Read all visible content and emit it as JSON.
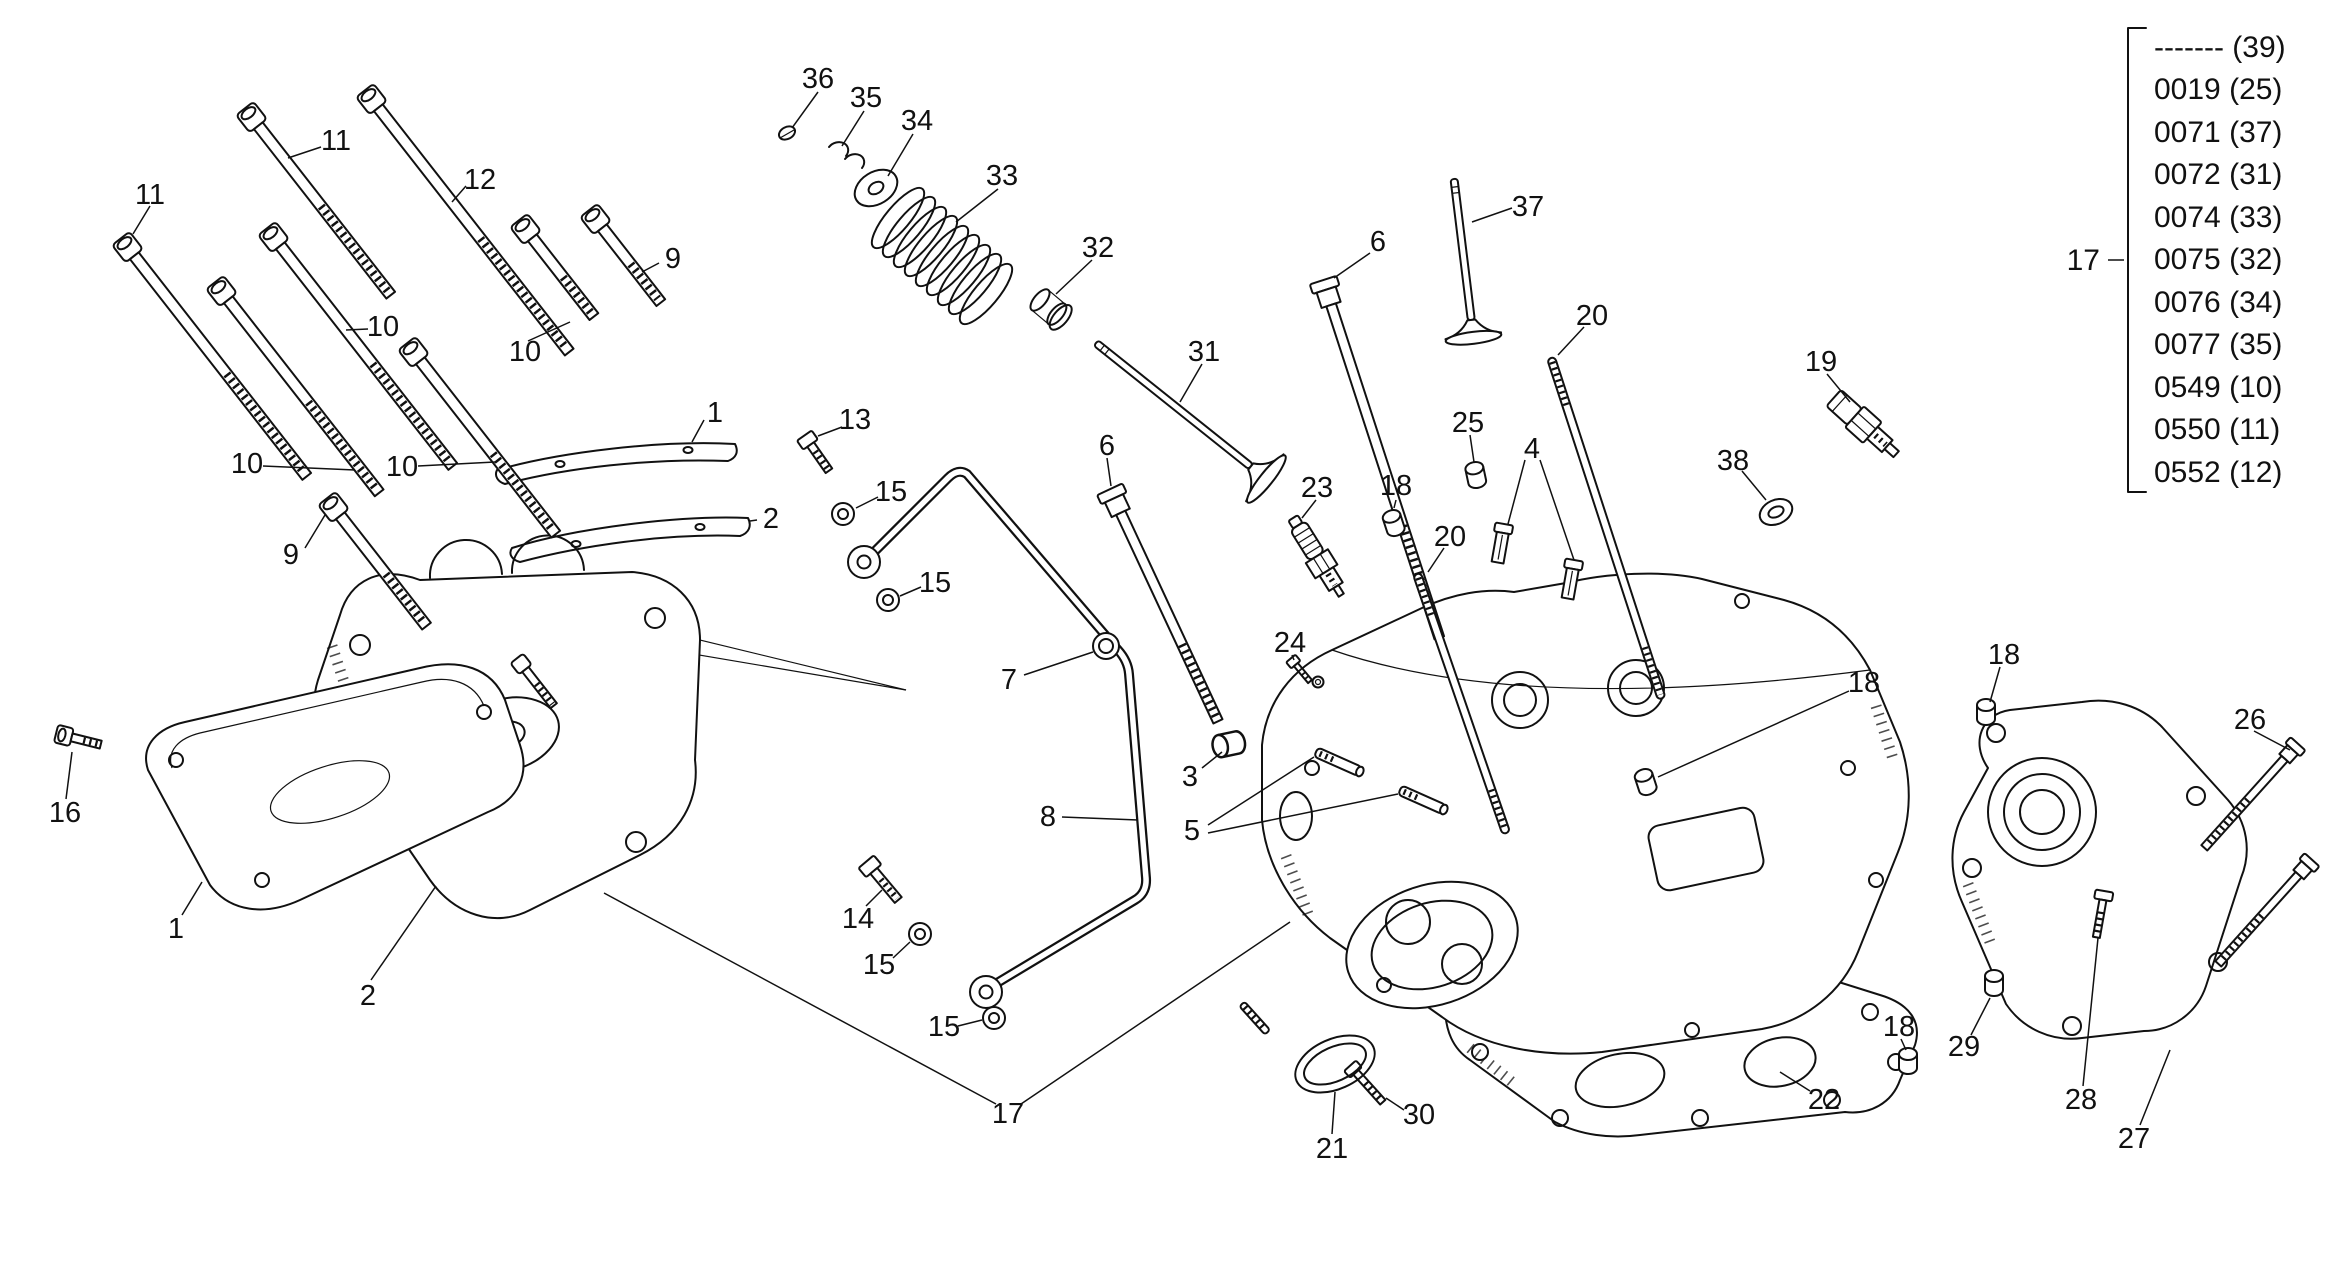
{
  "legend": {
    "ref_label": "17",
    "items": [
      "------- (39)",
      "0019 (25)",
      "0071 (37)",
      "0072 (31)",
      "0074 (33)",
      "0075 (32)",
      "0076 (34)",
      "0077 (35)",
      "0549 (10)",
      "0550 (11)",
      "0552 (12)"
    ]
  },
  "callouts": [
    {
      "label": "36"
    },
    {
      "label": "35"
    },
    {
      "label": "34"
    },
    {
      "label": "33"
    },
    {
      "label": "32"
    },
    {
      "label": "31"
    },
    {
      "label": "37"
    },
    {
      "label": "11"
    },
    {
      "label": "12"
    },
    {
      "label": "9"
    },
    {
      "label": "10"
    },
    {
      "label": "11"
    },
    {
      "label": "10"
    },
    {
      "label": "10"
    },
    {
      "label": "10"
    },
    {
      "label": "6"
    },
    {
      "label": "20"
    },
    {
      "label": "19"
    },
    {
      "label": "25"
    },
    {
      "label": "4"
    },
    {
      "label": "38"
    },
    {
      "label": "18"
    },
    {
      "label": "23"
    },
    {
      "label": "20"
    },
    {
      "label": "13"
    },
    {
      "label": "15"
    },
    {
      "label": "1"
    },
    {
      "label": "2"
    },
    {
      "label": "9"
    },
    {
      "label": "15"
    },
    {
      "label": "6"
    },
    {
      "label": "7"
    },
    {
      "label": "24"
    },
    {
      "label": "3"
    },
    {
      "label": "18"
    },
    {
      "label": "18"
    },
    {
      "label": "5"
    },
    {
      "label": "8"
    },
    {
      "label": "26"
    },
    {
      "label": "16"
    },
    {
      "label": "1"
    },
    {
      "label": "2"
    },
    {
      "label": "14"
    },
    {
      "label": "15"
    },
    {
      "label": "15"
    },
    {
      "label": "17"
    },
    {
      "label": "21"
    },
    {
      "label": "30"
    },
    {
      "label": "22"
    },
    {
      "label": "18"
    },
    {
      "label": "29"
    },
    {
      "label": "28"
    },
    {
      "label": "27"
    }
  ],
  "colors": {
    "line": "#111111",
    "background": "#ffffff"
  }
}
